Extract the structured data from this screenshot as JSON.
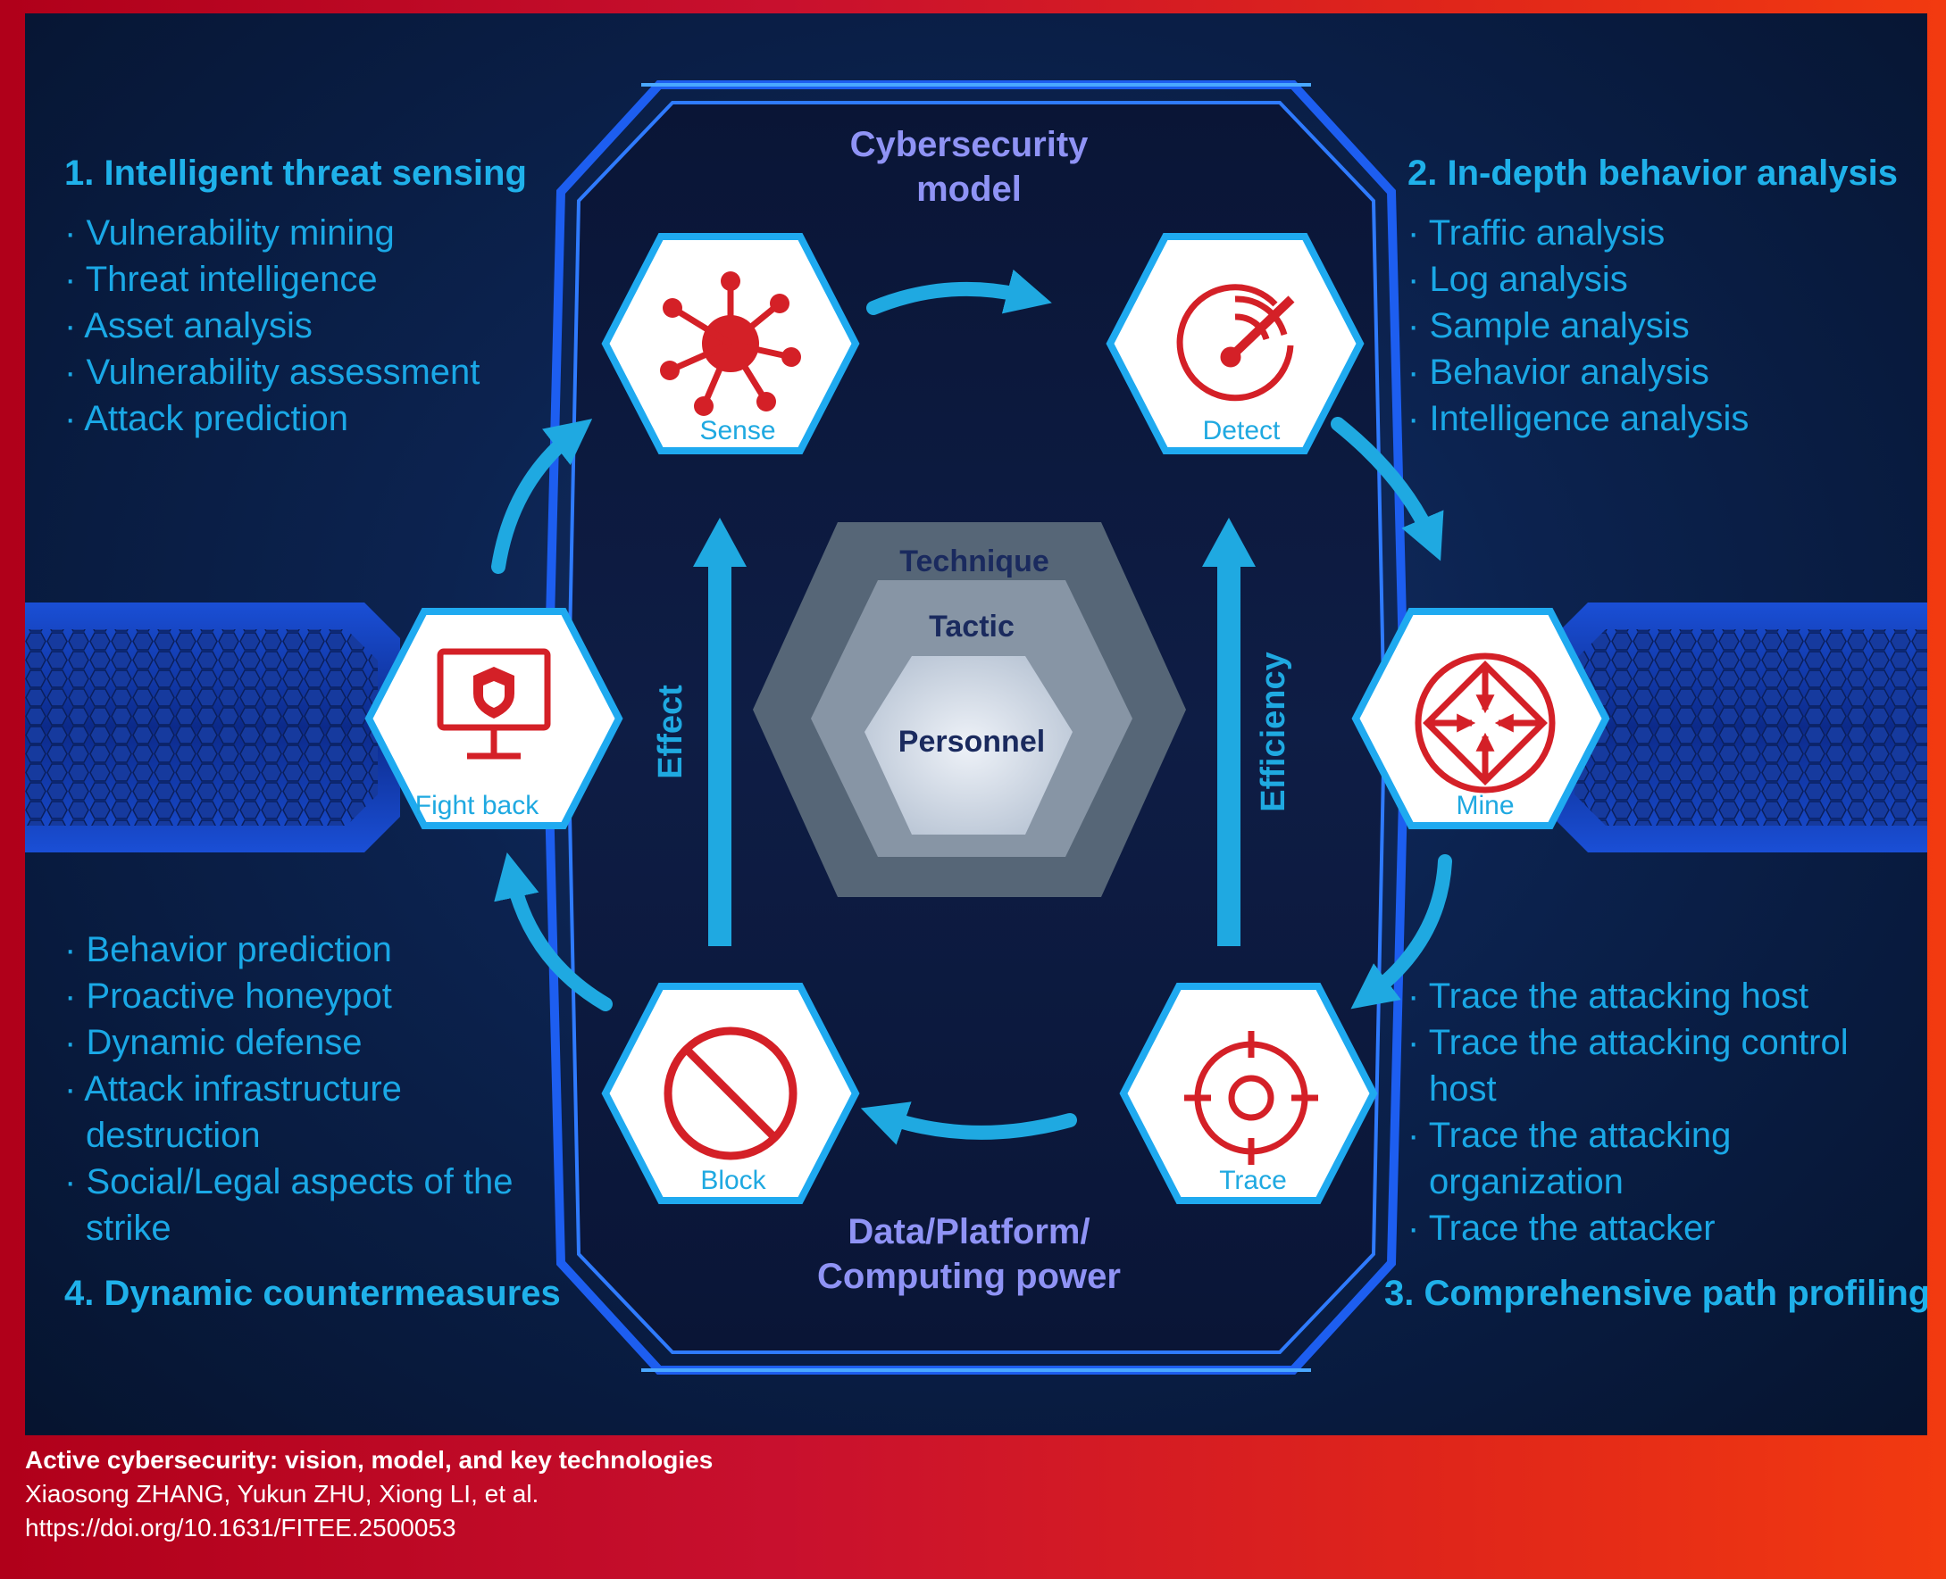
{
  "center_title": "Cybersecurity\nmodel",
  "bottom_title": "Data/Platform/\nComputing power",
  "core_layers": {
    "outer": "Technique",
    "middle": "Tactic",
    "inner": "Personnel"
  },
  "axes": {
    "left": "Effect",
    "right": "Efficiency"
  },
  "nodes": {
    "sense": "Sense",
    "detect": "Detect",
    "mine": "Mine",
    "trace": "Trace",
    "block": "Block",
    "fightback": "Fight back"
  },
  "sections": {
    "s1": {
      "heading": "1. Intelligent threat sensing",
      "items": [
        "Vulnerability mining",
        "Threat intelligence",
        "Asset analysis",
        "Vulnerability assessment",
        "Attack prediction"
      ]
    },
    "s2": {
      "heading": "2. In-depth behavior analysis",
      "items": [
        "Traffic analysis",
        "Log analysis",
        "Sample analysis",
        "Behavior analysis",
        "Intelligence analysis"
      ]
    },
    "s3": {
      "heading": "3. Comprehensive path profiling",
      "items": [
        "Trace the attacking host",
        "Trace the attacking control host",
        "Trace the attacking organization",
        "Trace the attacker"
      ]
    },
    "s4": {
      "heading": "4. Dynamic countermeasures",
      "items": [
        "Behavior prediction",
        "Proactive honeypot",
        "Dynamic defense",
        "Attack infrastructure destruction",
        "Social/Legal aspects of the strike"
      ]
    }
  },
  "footer": {
    "title": "Active cybersecurity: vision, model, and key technologies",
    "authors": "Xiaosong ZHANG, Yukun ZHU, Xiong LI, et al.",
    "doi": "https://doi.org/10.1631/FITEE.2500053"
  },
  "colors": {
    "cyan": "#1fb1ea",
    "icon_red": "#d42027",
    "lavender": "#8f93f5",
    "navy_text": "#1a2a5e"
  }
}
